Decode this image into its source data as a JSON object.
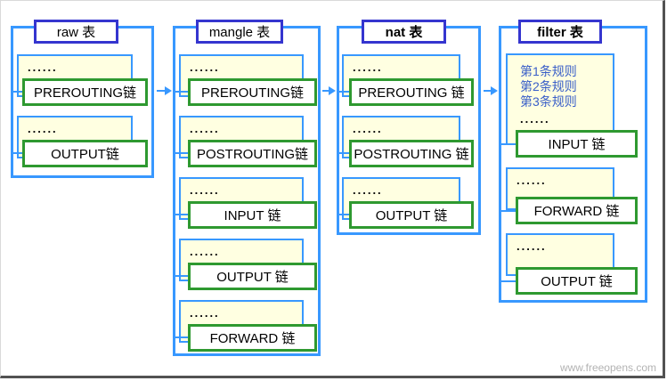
{
  "watermark": "www.freeopens.com",
  "colors": {
    "blue": "#3898ff",
    "title-border": "#3535cf",
    "green": "#2e9930",
    "note-bg": "#ffffe1",
    "rule-text": "#3a5fc8",
    "watermark": "#b3b3b3"
  },
  "tables": [
    {
      "title": "raw 表",
      "chains": [
        {
          "dots": "......",
          "label": "PREROUTING链"
        },
        {
          "dots": "......",
          "label": "OUTPUT链"
        }
      ]
    },
    {
      "title": "mangle 表",
      "chains": [
        {
          "dots": "......",
          "label": "PREROUTING链"
        },
        {
          "dots": "......",
          "label": "POSTROUTING链"
        },
        {
          "dots": "......",
          "label": "INPUT 链"
        },
        {
          "dots": "......",
          "label": "OUTPUT 链"
        },
        {
          "dots": "......",
          "label": "FORWARD 链"
        }
      ]
    },
    {
      "title": "nat 表",
      "chains": [
        {
          "dots": "......",
          "label": "PREROUTING 链"
        },
        {
          "dots": "......",
          "label": "POSTROUTING 链"
        },
        {
          "dots": "......",
          "label": "OUTPUT 链"
        }
      ]
    },
    {
      "title": "filter 表",
      "rules": [
        "第1条规则",
        "第2条规则",
        "第3条规则"
      ],
      "rules_dots": "......",
      "chains": [
        {
          "label": "INPUT 链"
        },
        {
          "dots": "......",
          "label": "FORWARD 链"
        },
        {
          "dots": "......",
          "label": "OUTPUT 链"
        }
      ]
    }
  ]
}
